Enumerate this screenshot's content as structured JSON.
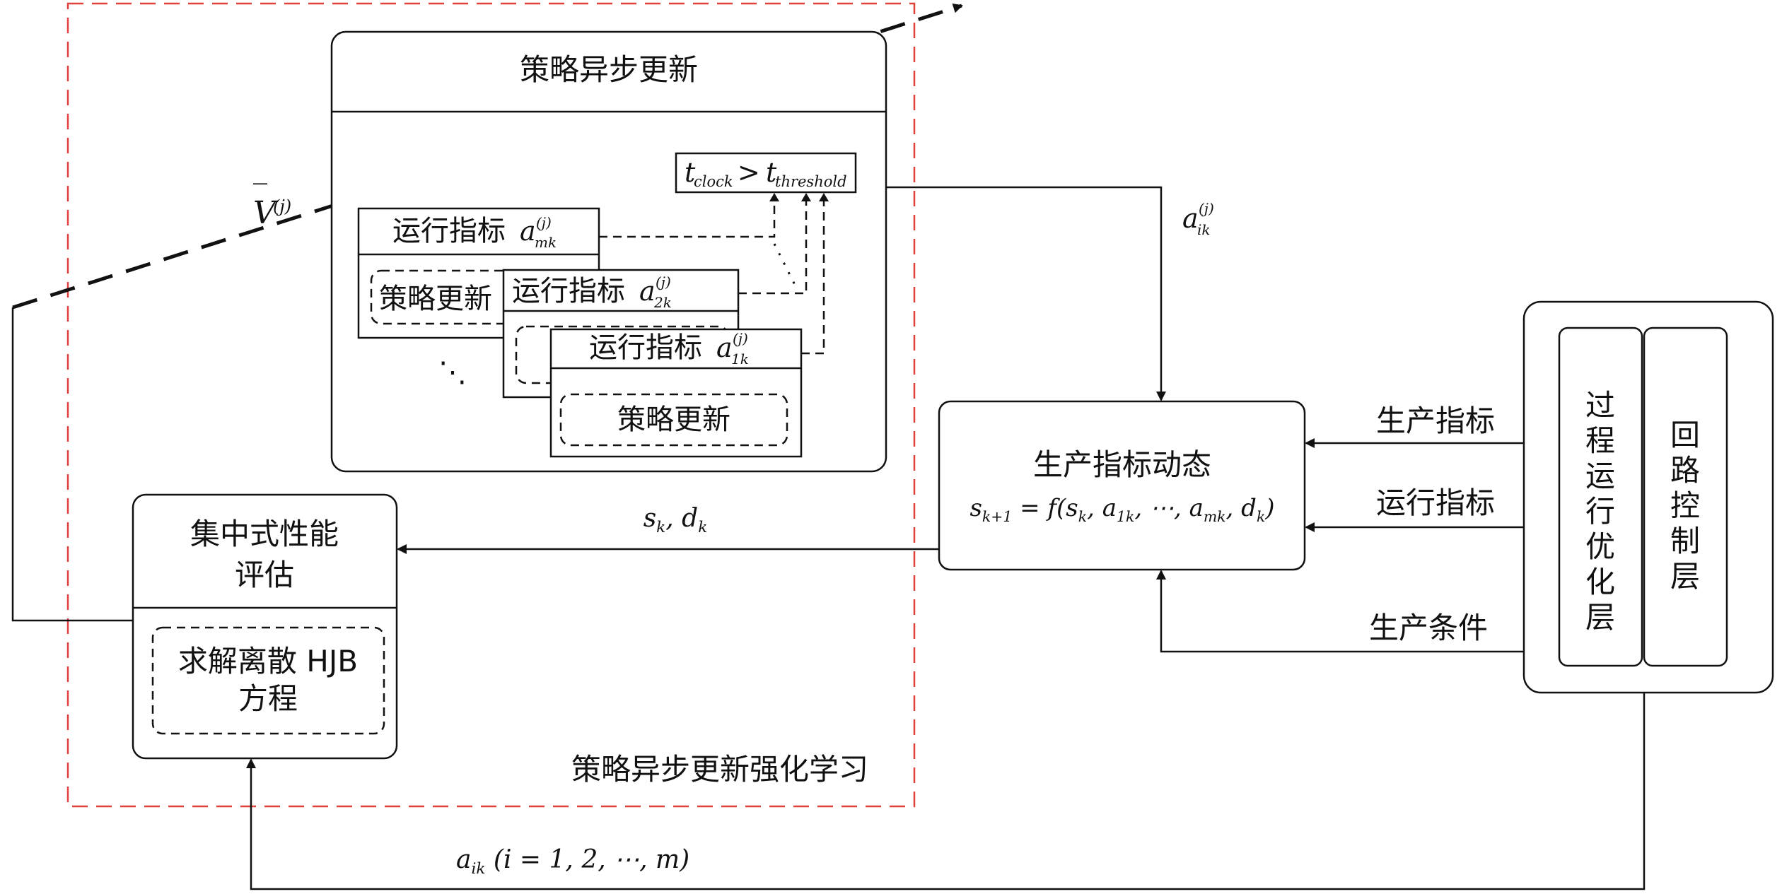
{
  "frame": {
    "label": "策略异步更新强化学习",
    "frame_color": "#e0403c"
  },
  "async_update": {
    "title": "策略异步更新",
    "condition": {
      "t": "t",
      "clock_sub": "clock",
      "op": ">",
      "threshold_sub": "threshold"
    },
    "agents": [
      {
        "label": "运行指标",
        "var": "a",
        "sub": "mk",
        "sup": "(j)",
        "inner": "策略更新"
      },
      {
        "label": "运行指标",
        "var": "a",
        "sub": "2k",
        "sup": "(j)",
        "inner": ""
      },
      {
        "label": "运行指标",
        "var": "a",
        "sub": "1k",
        "sup": "(j)",
        "inner": "策略更新"
      }
    ],
    "ellipsis": "⋱"
  },
  "value_label": {
    "var": "V",
    "bar": "‾",
    "sup": "(j)"
  },
  "action_label": {
    "var": "a",
    "sub": "ik",
    "sup": "(j)"
  },
  "dynamics": {
    "title": "生产指标动态",
    "equation": "s_{k+1} = f(s_k, a_{1k}, ⋯, a_{mk}, d_k)"
  },
  "evaluation": {
    "title_line1": "集中式性能",
    "title_line2": "评估",
    "inner_line1": "求解离散 HJB",
    "inner_line2": "方程"
  },
  "state_label": "s_k, d_k",
  "bottom_label": "a_ik (i = 1, 2, ⋯, m)",
  "right_block": {
    "layer1": [
      "过",
      "程",
      "运",
      "行",
      "优",
      "化",
      "层"
    ],
    "layer2": [
      "回",
      "路",
      "控",
      "制",
      "层"
    ]
  },
  "signals": {
    "production_index": "生产指标",
    "operation_index": "运行指标",
    "production_condition": "生产条件"
  }
}
